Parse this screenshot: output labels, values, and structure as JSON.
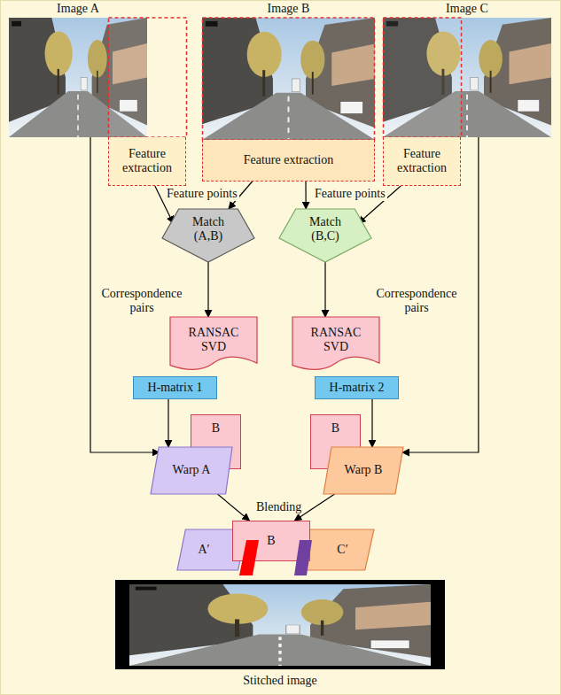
{
  "diagram": {
    "nodes": [
      {
        "text": [
          "Image A"
        ]
      },
      {
        "text": [
          "Image B"
        ]
      },
      {
        "text": [
          "Image C"
        ]
      },
      {
        "text": [
          "Feature extraction"
        ]
      },
      {
        "text": [
          "Feature extraction"
        ]
      },
      {
        "text": [
          "Feature extraction"
        ]
      },
      {
        "text": [
          "Match (A,B)"
        ]
      },
      {
        "text": [
          "Match (B,C)"
        ]
      },
      {
        "text": [
          "RANSAC SVD"
        ]
      },
      {
        "text": [
          "RANSAC SVD"
        ]
      },
      {
        "text": [
          "H-matrix 1"
        ]
      },
      {
        "text": [
          "H-matrix 2"
        ]
      },
      {
        "text": [
          "Warp A"
        ]
      },
      {
        "text": [
          "B"
        ]
      },
      {
        "text": [
          "B"
        ]
      },
      {
        "text": [
          "Warp B"
        ]
      },
      {
        "text": [
          "A′"
        ]
      },
      {
        "text": [
          "B"
        ]
      },
      {
        "text": [
          "C′"
        ]
      },
      {
        "text": [
          "Stitched image"
        ]
      }
    ],
    "edges": [
      {
        "from": 0,
        "to": 12,
        "arrow": "to"
      },
      {
        "from": 2,
        "to": 15,
        "arrow": "to"
      },
      {
        "from": 3,
        "to": 6,
        "arrow": "to"
      },
      {
        "from": 4,
        "to": 6,
        "arrow": "to"
      },
      {
        "from": 4,
        "to": 7,
        "arrow": "to"
      },
      {
        "from": 5,
        "to": 7,
        "arrow": "to"
      },
      {
        "from": 6,
        "to": 8,
        "arrow": "to"
      },
      {
        "from": 7,
        "to": 9,
        "arrow": "to"
      },
      {
        "from": 10,
        "to": 12,
        "arrow": "to"
      },
      {
        "from": 11,
        "to": 15,
        "arrow": "to"
      },
      {
        "from": 12,
        "to": 17,
        "arrow": "to"
      },
      {
        "from": 15,
        "to": 17,
        "arrow": "to"
      }
    ],
    "labels": [
      "Feature points",
      "Feature points",
      "Correspondence pairs",
      "Correspondence pairs",
      "Blending"
    ]
  }
}
